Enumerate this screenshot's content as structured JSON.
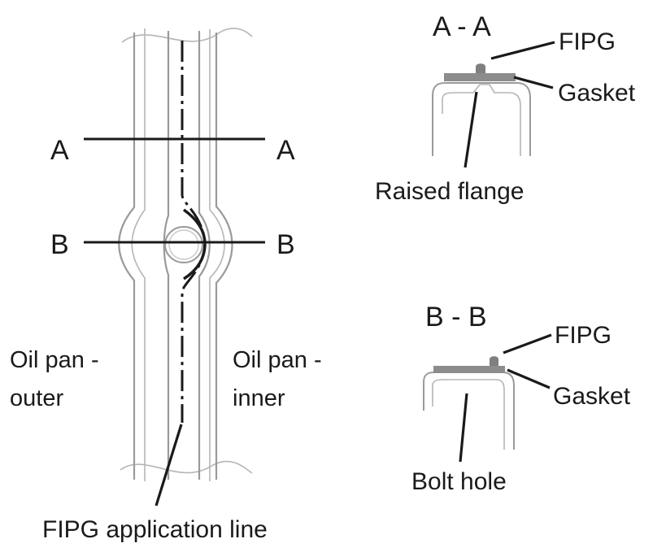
{
  "labels": {
    "section_a_left": "A",
    "section_a_right": "A",
    "section_b_left": "B",
    "section_b_right": "B",
    "oil_pan_outer_line1": "Oil pan -",
    "oil_pan_outer_line2": "outer",
    "oil_pan_inner_line1": "Oil pan -",
    "oil_pan_inner_line2": "inner",
    "fipg_application_line": "FIPG application line"
  },
  "section_a": {
    "title": "A - A",
    "fipg": "FIPG",
    "gasket": "Gasket",
    "raised_flange": "Raised flange"
  },
  "section_b": {
    "title": "B - B",
    "fipg": "FIPG",
    "gasket": "Gasket",
    "bolt_hole": "Bolt hole"
  },
  "colors": {
    "line": "#1a1a1a",
    "pan_outline": "#9a9a9a",
    "gasket": "#8c8c8c"
  }
}
